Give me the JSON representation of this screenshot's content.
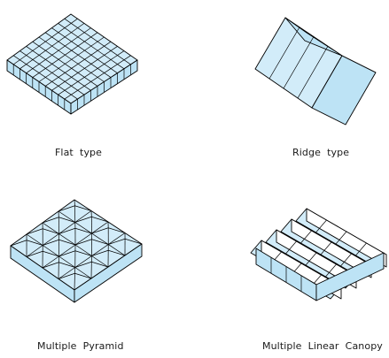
{
  "colors": {
    "top": "#d2ecf9",
    "side": "#bde3f5",
    "edge": "#000000",
    "background": "#ffffff",
    "white": "#ffffff"
  },
  "figures": [
    {
      "id": "flat",
      "caption": "Flat  type"
    },
    {
      "id": "ridge",
      "caption": "Ridge  type"
    },
    {
      "id": "pyramid",
      "caption": "Multiple  Pyramid"
    },
    {
      "id": "canopy",
      "caption": "Multiple  Linear  Canopy"
    }
  ]
}
